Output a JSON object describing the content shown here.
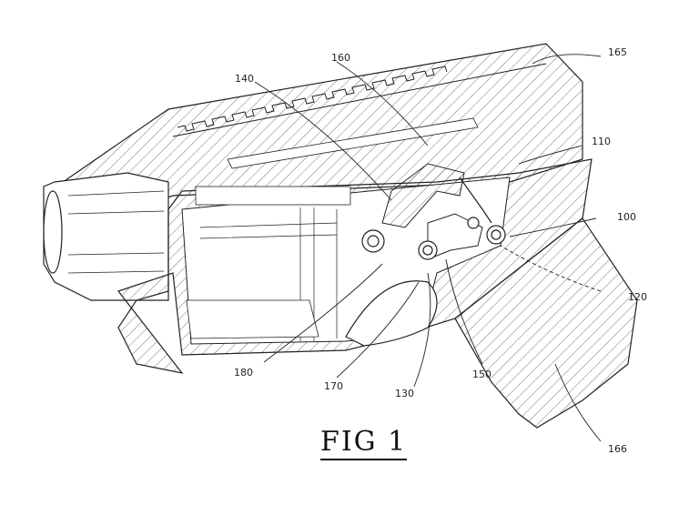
{
  "figure": {
    "caption": "FIG 1",
    "reference_numerals": [
      "165",
      "160",
      "140",
      "110",
      "100",
      "120",
      "150",
      "130",
      "170",
      "180",
      "166"
    ]
  },
  "colors": {
    "ink": "#222222",
    "background": "#ffffff"
  }
}
